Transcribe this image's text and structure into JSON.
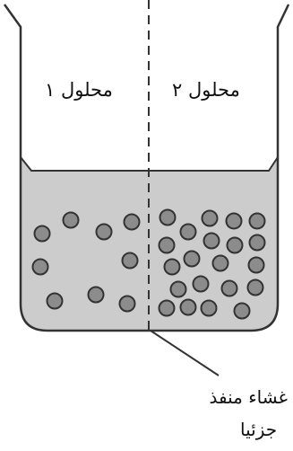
{
  "labels": {
    "solution_1": "محلول ١",
    "solution_2": "محلول ٢",
    "membrane_line1": "غشاء منفذ",
    "membrane_line2": "جزئيا"
  },
  "colors": {
    "liquid": "#cccccc",
    "particle": "#8c8c8c",
    "outline": "#333333"
  }
}
